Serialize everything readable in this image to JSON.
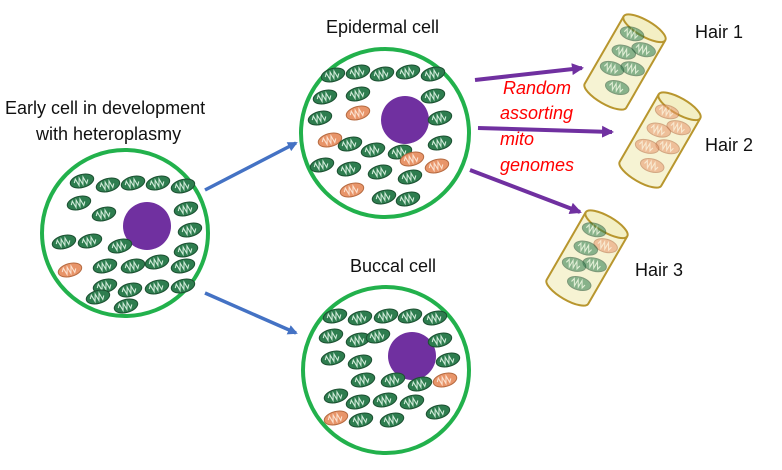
{
  "labels": {
    "early_cell_line1": "Early cell in development",
    "early_cell_line2": "with heteroplasmy",
    "epidermal_cell": "Epidermal cell",
    "buccal_cell": "Buccal cell",
    "hair1": "Hair 1",
    "hair2": "Hair 2",
    "hair3": "Hair 3",
    "annotation": [
      "Random",
      "assorting",
      "mito",
      "genomes"
    ]
  },
  "colors": {
    "cell_outline": "#22b14c",
    "nucleus": "#7030a0",
    "mito_normal": "#2e7d4f",
    "mito_mutant": "#e8956a",
    "arrow_blue": "#4472c4",
    "arrow_purple": "#7030a0",
    "annotation_text": "#ff0000",
    "hair_outline": "#b8962e",
    "hair_fill": "#f3efc4"
  },
  "icons": {
    "mitochondrion": "mitochondrion-icon",
    "nucleus": "nucleus-icon"
  }
}
